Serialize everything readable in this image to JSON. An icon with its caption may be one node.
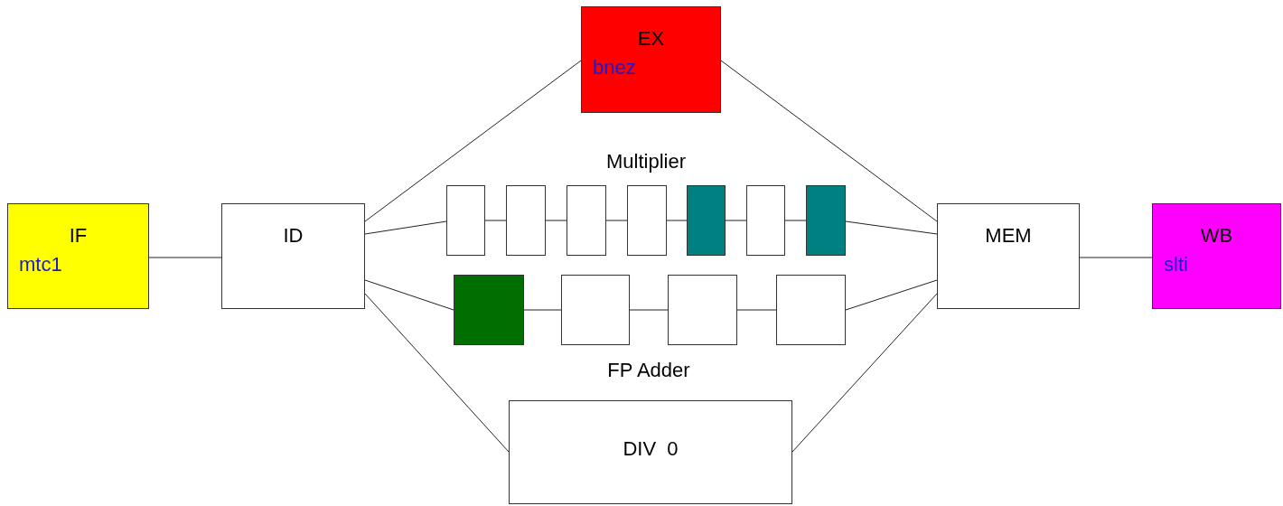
{
  "diagram": {
    "nodes": [
      {
        "text": [
          "IF",
          "mtc1"
        ]
      },
      {
        "text": [
          "ID"
        ]
      },
      {
        "text": [
          "EX",
          "bnez"
        ]
      },
      {
        "text": [],
        "shape": "box"
      },
      {
        "text": [],
        "shape": "box"
      },
      {
        "text": [],
        "shape": "box"
      },
      {
        "text": [],
        "shape": "box"
      },
      {
        "text": [],
        "shape": "box"
      },
      {
        "text": [],
        "shape": "box"
      },
      {
        "text": [],
        "shape": "box"
      },
      {
        "text": [],
        "shape": "box"
      },
      {
        "text": [],
        "shape": "box"
      },
      {
        "text": [],
        "shape": "box"
      },
      {
        "text": [],
        "shape": "box"
      },
      {
        "text": [
          "DIV  0"
        ]
      },
      {
        "text": [
          "MEM"
        ]
      },
      {
        "text": [
          "WB",
          "slti"
        ]
      }
    ],
    "edges": [
      {
        "from": 0,
        "to": 1,
        "arrow": "none"
      },
      {
        "from": 1,
        "to": 2,
        "arrow": "none"
      },
      {
        "from": 1,
        "to": 3,
        "arrow": "none"
      },
      {
        "from": 3,
        "to": 4,
        "arrow": "none"
      },
      {
        "from": 4,
        "to": 5,
        "arrow": "none"
      },
      {
        "from": 5,
        "to": 6,
        "arrow": "none"
      },
      {
        "from": 6,
        "to": 7,
        "arrow": "none"
      },
      {
        "from": 7,
        "to": 8,
        "arrow": "none"
      },
      {
        "from": 8,
        "to": 9,
        "arrow": "none"
      },
      {
        "from": 9,
        "to": 15,
        "arrow": "none"
      },
      {
        "from": 1,
        "to": 10,
        "arrow": "none"
      },
      {
        "from": 10,
        "to": 11,
        "arrow": "none"
      },
      {
        "from": 11,
        "to": 12,
        "arrow": "none"
      },
      {
        "from": 12,
        "to": 13,
        "arrow": "none"
      },
      {
        "from": 13,
        "to": 15,
        "arrow": "none"
      },
      {
        "from": 1,
        "to": 14,
        "arrow": "none"
      },
      {
        "from": 2,
        "to": 15,
        "arrow": "none"
      },
      {
        "from": 14,
        "to": 15,
        "arrow": "none"
      },
      {
        "from": 15,
        "to": 16,
        "arrow": "none"
      }
    ],
    "labels": [
      "Multiplier",
      "FP Adder"
    ]
  }
}
